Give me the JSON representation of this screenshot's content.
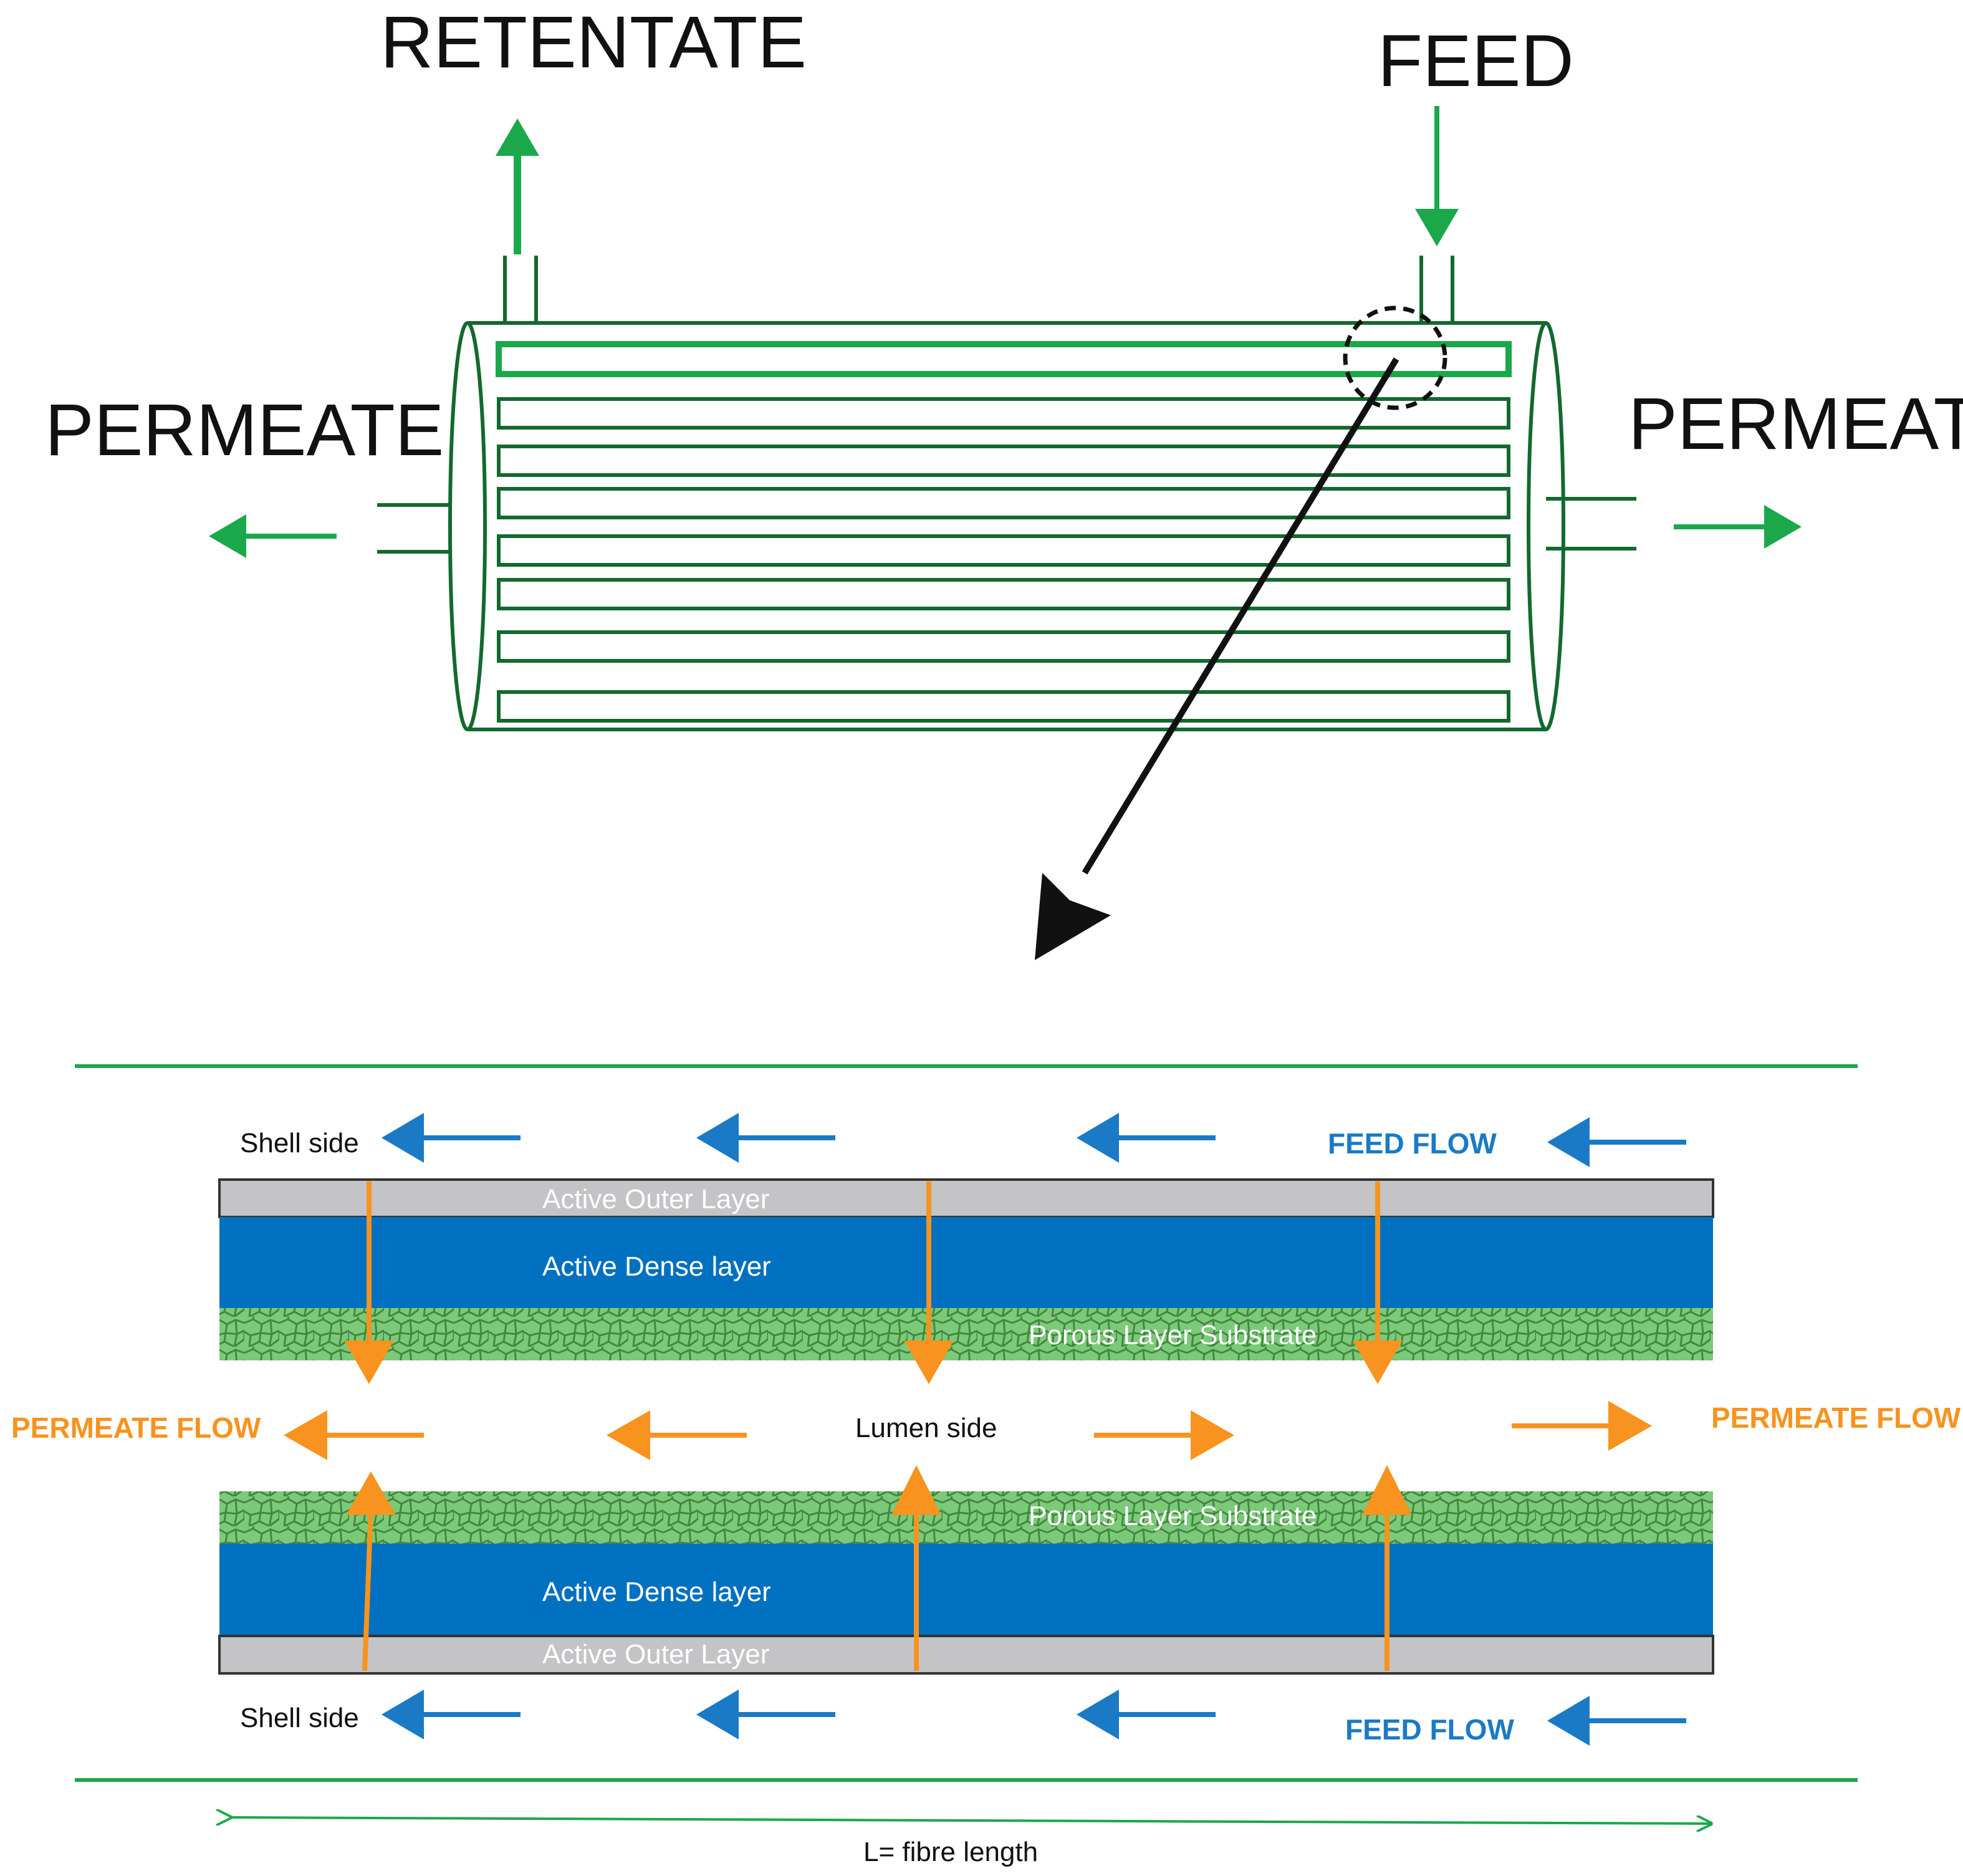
{
  "labels": {
    "retentate": "RETENTATE",
    "feed": "FEED",
    "permeate_left": "PERMEATE",
    "permeate_right": "PERMEATE"
  },
  "detail": {
    "shell_side_top": "Shell side",
    "shell_side_bottom": "Shell side",
    "feed_flow_top": "FEED FLOW",
    "feed_flow_bottom": "FEED FLOW",
    "permeate_flow_left": "PERMEATE FLOW",
    "permeate_flow_right": "PERMEATE FLOW",
    "lumen_side": "Lumen side",
    "active_outer_layer_top": "Active Outer Layer",
    "active_dense_layer_top": "Active Dense layer",
    "porous_layer_top": "Porous Layer Substrate",
    "porous_layer_bottom": "Porous Layer Substrate",
    "active_dense_layer_bottom": "Active Dense layer",
    "active_outer_layer_bottom": "Active Outer Layer",
    "fibre_length": "L= fibre length"
  },
  "colors": {
    "green": "#1aa84b",
    "dark_green": "#13692f",
    "blue": "#1a7ac6",
    "dense_blue": "#0070c0",
    "orange": "#f7931e",
    "grey": "#c4c4c6",
    "porous_green": "#7dc97a"
  }
}
